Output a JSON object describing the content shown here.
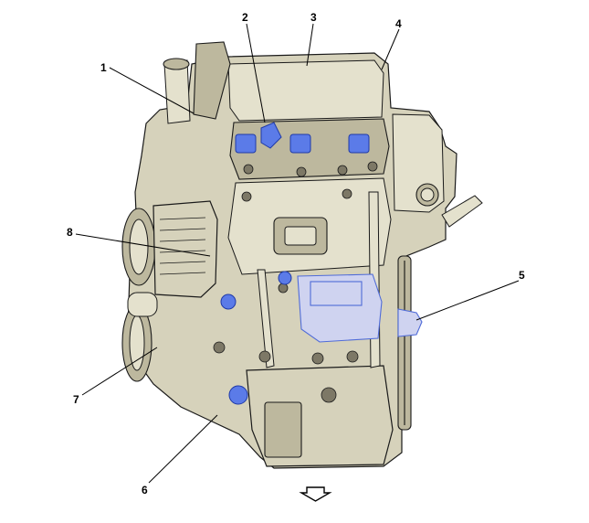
{
  "callouts": [
    {
      "id": "1",
      "label": "1"
    },
    {
      "id": "2",
      "label": "2"
    },
    {
      "id": "3",
      "label": "3"
    },
    {
      "id": "4",
      "label": "4"
    },
    {
      "id": "5",
      "label": "5"
    },
    {
      "id": "6",
      "label": "6"
    },
    {
      "id": "7",
      "label": "7"
    },
    {
      "id": "8",
      "label": "8"
    }
  ],
  "colors": {
    "engine_body": "#d6d2bb",
    "highlight": "#5b7be8",
    "highlight_outline": "#4f6bd8",
    "outline": "#1a1a1a"
  },
  "icons": {
    "direction_marker": "arrow-down-icon"
  }
}
